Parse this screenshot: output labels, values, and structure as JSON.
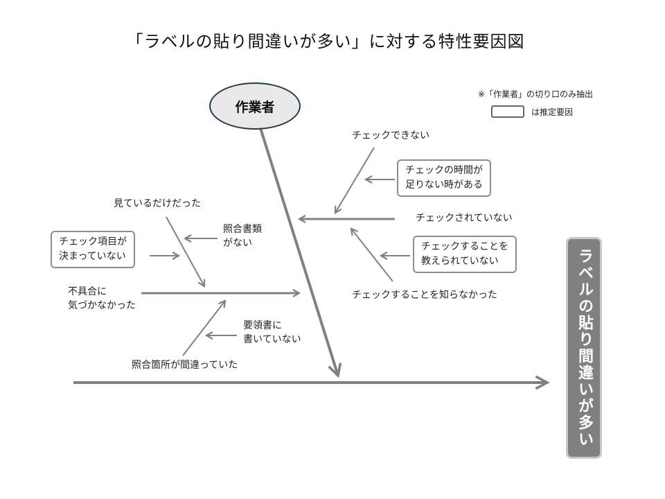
{
  "title": "「ラベルの貼り間違いが多い」に対する特性要因図",
  "note": "※「作業者」の切り口のみ抽出",
  "legend": {
    "label": "は推定要因"
  },
  "category": "作業者",
  "effect": "ラベルの貼り間違いが多い",
  "causes": {
    "cannot_check": "チェックできない",
    "no_time": [
      "チェックの時間が",
      "足りない時がある"
    ],
    "not_checked": "チェックされていない",
    "not_taught": [
      "チェックすることを",
      "教えられていない"
    ],
    "unaware_to_check": "チェックすることを知らなかった",
    "only_looked": "見ているだけだった",
    "no_reference_docs": [
      "照合書類",
      "がない"
    ],
    "items_undecided": [
      "チェック項目が",
      "決まっていない"
    ],
    "unnoticed_defect": [
      "不具合に",
      "気づかなかった"
    ],
    "not_in_procedure": [
      "要領書に",
      "書いていない"
    ],
    "wrong_matching": "照合箇所が間違っていた"
  },
  "colors": {
    "arrow": "#808080",
    "ellipse_fill": "#e9e9e9",
    "ellipse_border": "#1f3b4b",
    "effect_fill": "#808080"
  }
}
